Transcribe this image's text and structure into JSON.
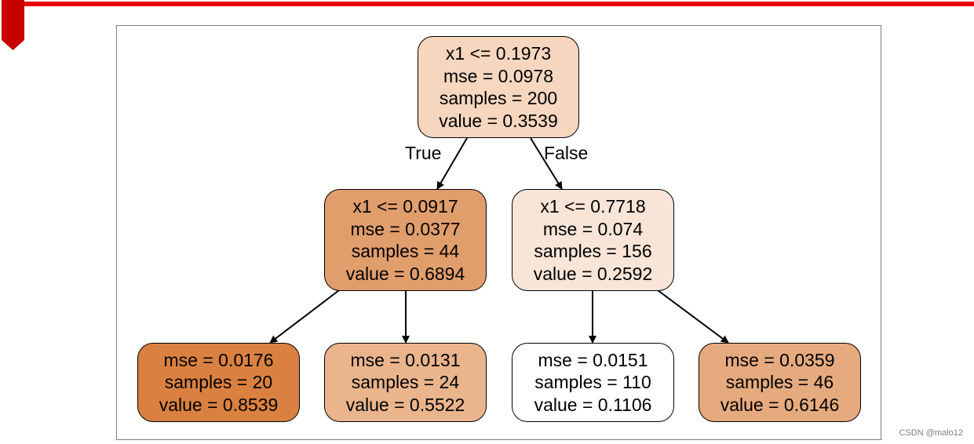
{
  "tree": {
    "root": {
      "split": "x1 <= 0.1973",
      "mse": "mse = 0.0978",
      "samples": "samples = 200",
      "value": "value = 0.3539",
      "fill": "#f6d6be"
    },
    "left": {
      "split": "x1 <= 0.0917",
      "mse": "mse = 0.0377",
      "samples": "samples = 44",
      "value": "value = 0.6894",
      "fill": "#e19e6d"
    },
    "right": {
      "split": "x1 <= 0.7718",
      "mse": "mse = 0.074",
      "samples": "samples = 156",
      "value": "value = 0.2592",
      "fill": "#f9e5d7"
    },
    "left_left": {
      "mse": "mse = 0.0176",
      "samples": "samples = 20",
      "value": "value = 0.8539",
      "fill": "#da8141"
    },
    "left_right": {
      "mse": "mse = 0.0131",
      "samples": "samples = 24",
      "value": "value = 0.5522",
      "fill": "#eab48d"
    },
    "right_left": {
      "mse": "mse = 0.0151",
      "samples": "samples = 110",
      "value": "value = 0.1106",
      "fill": "#ffffff"
    },
    "right_right": {
      "mse": "mse = 0.0359",
      "samples": "samples = 46",
      "value": "value = 0.6146",
      "fill": "#e6aa7f"
    }
  },
  "edge_labels": {
    "true": "True",
    "false": "False"
  },
  "watermark": "CSDN @malo12",
  "colors": {
    "accent_bar": "#e8000b",
    "bookmark": "#c80000",
    "frame_border": "#7f7f7f"
  }
}
